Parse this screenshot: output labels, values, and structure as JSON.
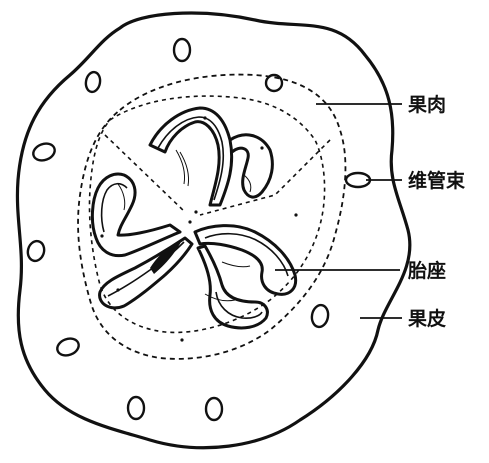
{
  "labels": {
    "pulp": "果肉",
    "vascular_bundle": "维管束",
    "placenta": "胎座",
    "pericarp": "果皮"
  },
  "colors": {
    "ink": "#111111",
    "background": "#ffffff"
  }
}
